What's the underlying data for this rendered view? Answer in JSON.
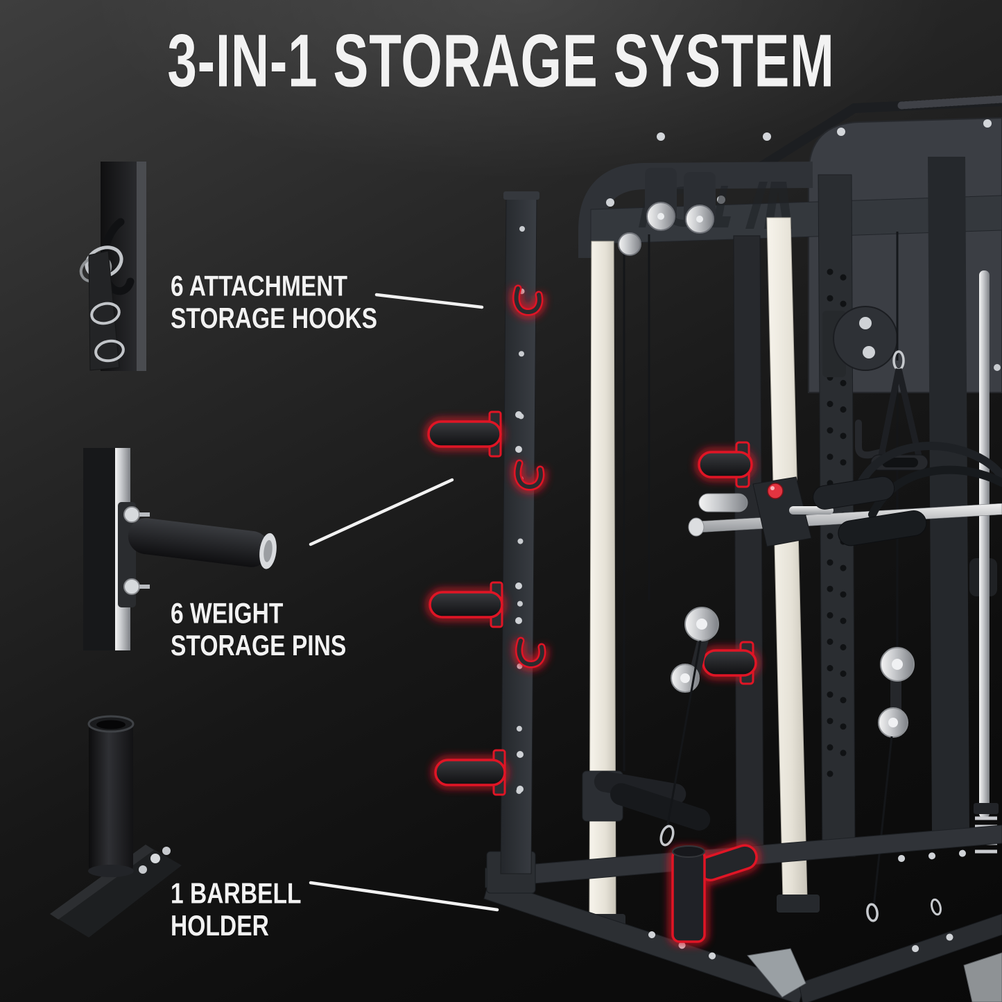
{
  "title": "3-IN-1 STORAGE SYSTEM",
  "features": [
    {
      "label_line1": "6 ATTACHMENT",
      "label_line2": "STORAGE HOOKS",
      "count": 6,
      "name": "attachment storage hooks"
    },
    {
      "label_line1": "6 WEIGHT",
      "label_line2": "STORAGE PINS",
      "count": 6,
      "name": "weight storage pins"
    },
    {
      "label_line1": "1 BARBELL",
      "label_line2": "HOLDER",
      "count": 1,
      "name": "barbell holder"
    }
  ],
  "icons": {
    "storage_hook": "u-hook-outlined-red",
    "storage_pin": "cylindrical-pin-outlined-red",
    "barbell_holder": "vertical-tube-outlined-red"
  },
  "colors": {
    "background_top": "#3e3e3e",
    "background_bottom": "#090909",
    "text_white": "#f2f2f2",
    "accent_red": "#e01525",
    "frame_dark": "#2d3035",
    "rail_cream": "#efece3",
    "chrome": "#d9dbde"
  }
}
